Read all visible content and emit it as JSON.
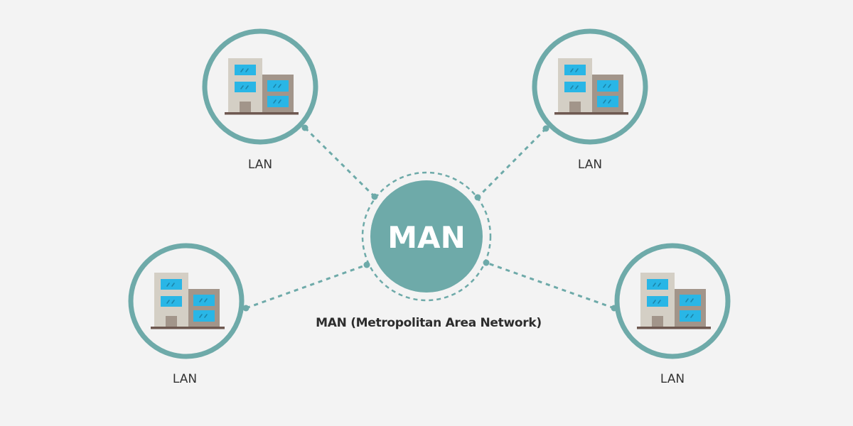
{
  "diagram": {
    "title": "MAN (Metropolitan Area Network)",
    "hub": {
      "label": "MAN"
    },
    "nodes": [
      {
        "id": "lan-top-left",
        "label": "LAN",
        "icon": "building-icon"
      },
      {
        "id": "lan-top-right",
        "label": "LAN",
        "icon": "building-icon"
      },
      {
        "id": "lan-bottom-left",
        "label": "LAN",
        "icon": "building-icon"
      },
      {
        "id": "lan-bottom-right",
        "label": "LAN",
        "icon": "building-icon"
      }
    ],
    "connections": [
      {
        "from": "MAN",
        "to": "lan-top-left",
        "style": "dashed"
      },
      {
        "from": "MAN",
        "to": "lan-top-right",
        "style": "dashed"
      },
      {
        "from": "MAN",
        "to": "lan-bottom-left",
        "style": "dashed"
      },
      {
        "from": "MAN",
        "to": "lan-bottom-right",
        "style": "dashed"
      }
    ],
    "colors": {
      "accent": "#6eaaa9",
      "background": "#f3f3f3",
      "building_light": "#d4cfc5",
      "building_dark": "#a2958a",
      "window": "#29b6e6",
      "ground": "#6e5850",
      "text": "#333333"
    }
  }
}
